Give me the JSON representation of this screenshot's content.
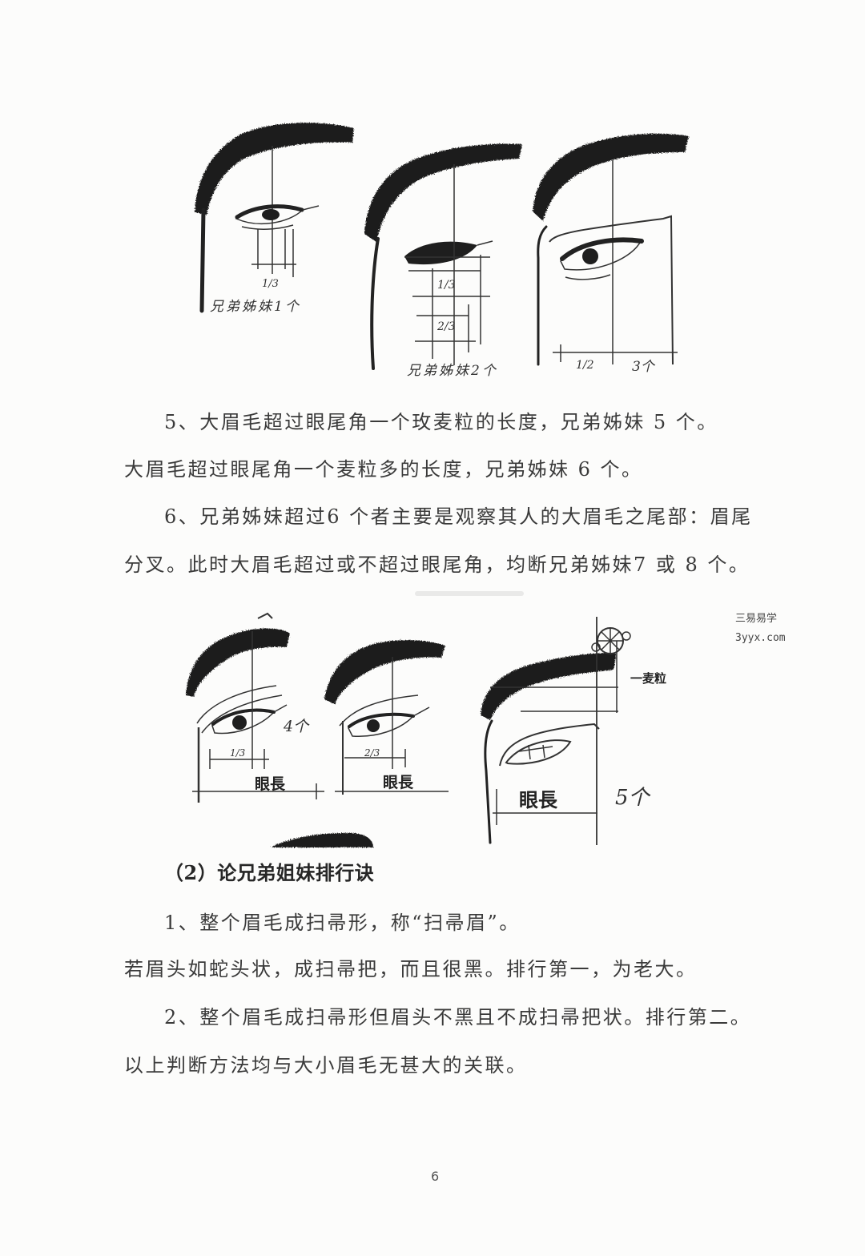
{
  "figures_top": {
    "fig1": {
      "fraction": "1/3",
      "label": "兄弟姊妹1个"
    },
    "fig2": {
      "fraction_a": "1/3",
      "fraction_b": "2/3",
      "label": "兄弟姊妹2个"
    },
    "fig3": {
      "fraction": "1/2",
      "label": "3个"
    }
  },
  "body": {
    "lines": [
      "5、大眉毛超过眼尾角一个玫麦粒的长度，兄弟姊妹 5 个。",
      "大眉毛超过眼尾角一个麦粒多的长度，兄弟姊妹 6 个。",
      "6、兄弟姊妹超过6 个者主要是观察其人的大眉毛之尾部：眉尾",
      "分叉。此时大眉毛超过或不超过眼尾角，均断兄弟姊妹7 或 8 个。"
    ]
  },
  "figures_bottom": {
    "figA": {
      "count": "4个",
      "fraction": "1/3",
      "eye_length": "眼長"
    },
    "figB": {
      "fraction": "2/3",
      "eye_length": "眼長"
    },
    "figC": {
      "grain": "一麦粒",
      "eye_length": "眼長",
      "count": "5个"
    }
  },
  "watermark": {
    "name": "三易易学",
    "site": "3yyx.com"
  },
  "section": {
    "heading": "（2）论兄弟姐妹排行诀",
    "lines": [
      "1、整个眉毛成扫帚形，称“扫帚眉”。",
      "若眉头如蛇头状，成扫帚把，而且很黑。排行第一，为老大。",
      "2、整个眉毛成扫帚形但眉头不黑且不成扫帚把状。排行第二。",
      "以上判断方法均与大小眉毛无甚大的关联。"
    ]
  },
  "page_number": "6"
}
